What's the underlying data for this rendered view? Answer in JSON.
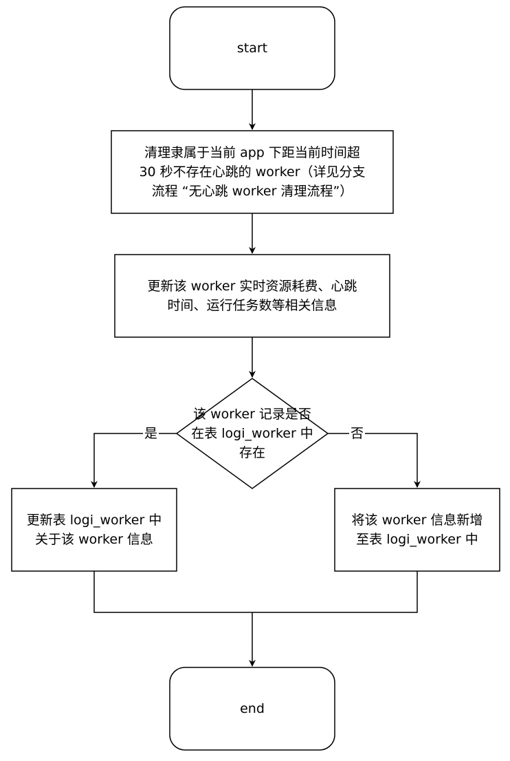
{
  "nodes": {
    "start": "start",
    "cleanup": "清理隶属于当前 app 下距当前时间超\n30 秒不存在心跳的 worker（详见分支\n流程 “无心跳 worker 清理流程”）",
    "update_info": "更新该 worker 实时资源耗费、心跳\n时间、运行任务数等相关信息",
    "decision": "该 worker 记录是否\n在表 logi_worker 中\n存在",
    "update_table": "更新表 logi_worker 中\n关于该 worker 信息",
    "insert_table": "将该 worker 信息新增\n至表 logi_worker 中",
    "end": "end"
  },
  "edges": {
    "yes_label": "是",
    "no_label": "否"
  },
  "colors": {
    "stroke": "#000000",
    "fill": "#ffffff"
  }
}
